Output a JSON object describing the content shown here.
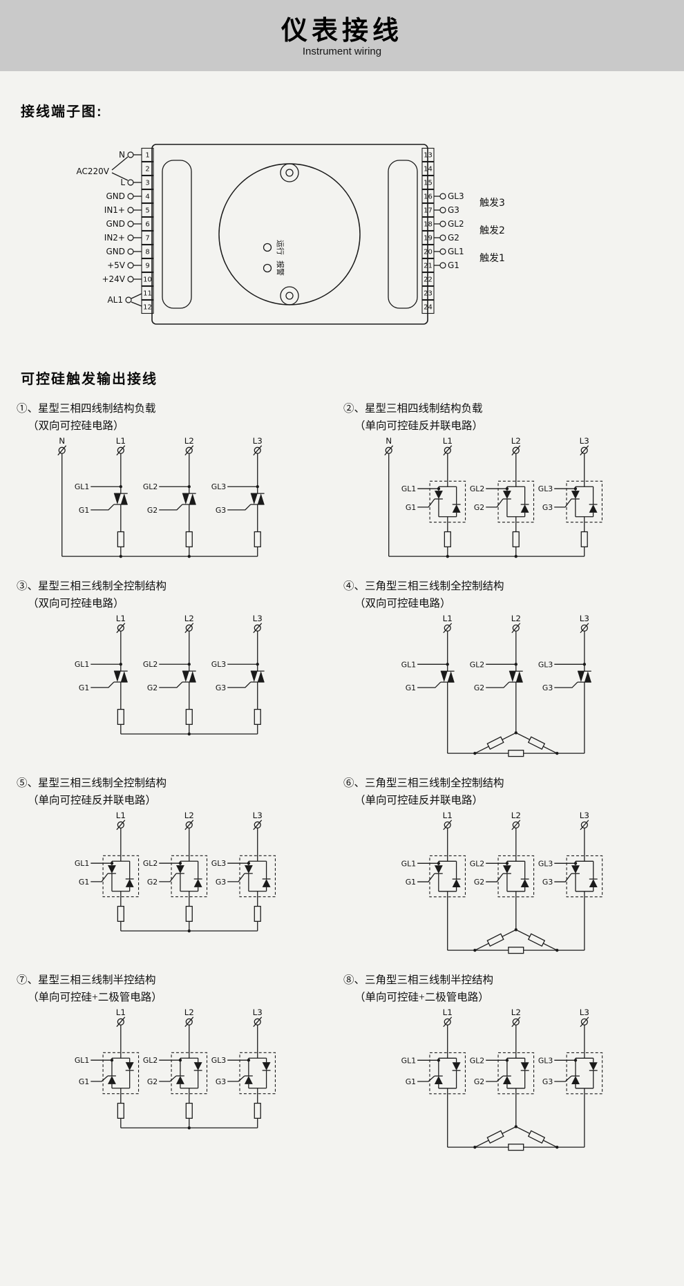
{
  "header": {
    "title": "仪表接线",
    "subtitle": "Instrument wiring"
  },
  "sections": {
    "terminal_title": "接线端子图:",
    "output_title": "可控硅触发输出接线"
  },
  "terminal_diagram": {
    "ac_label": "AC220V",
    "al1_label": "AL1",
    "left_numbers": [
      "1",
      "2",
      "3",
      "4",
      "5",
      "6",
      "7",
      "8",
      "9",
      "10",
      "11",
      "12"
    ],
    "right_numbers": [
      "13",
      "14",
      "15",
      "16",
      "17",
      "18",
      "19",
      "20",
      "21",
      "22",
      "23",
      "24"
    ],
    "left_terminals": [
      {
        "slot": 1,
        "label": "N"
      },
      {
        "slot": 3,
        "label": "L"
      },
      {
        "slot": 4,
        "label": "GND"
      },
      {
        "slot": 5,
        "label": "IN1+"
      },
      {
        "slot": 6,
        "label": "GND"
      },
      {
        "slot": 7,
        "label": "IN2+"
      },
      {
        "slot": 8,
        "label": "GND"
      },
      {
        "slot": 9,
        "label": "+5V"
      },
      {
        "slot": 10,
        "label": "+24V"
      }
    ],
    "al1_slots": [
      11,
      12
    ],
    "right_terminals": [
      {
        "slot": 16,
        "label": "GL3"
      },
      {
        "slot": 17,
        "label": "G3"
      },
      {
        "slot": 18,
        "label": "GL2"
      },
      {
        "slot": 19,
        "label": "G2"
      },
      {
        "slot": 20,
        "label": "GL1"
      },
      {
        "slot": 21,
        "label": "G1"
      }
    ],
    "trigger_labels": [
      "触发3",
      "触发2",
      "触发1"
    ],
    "indicators": [
      "运行",
      "报警"
    ]
  },
  "output_section": {
    "circuits": [
      {
        "number": "①、",
        "name": "星型三相四线制结构负载",
        "sub": "（双向可控硅电路）",
        "topology": "star4",
        "device": "triac",
        "phases": [
          "N",
          "L1",
          "L2",
          "L3"
        ],
        "gl": [
          "GL1",
          "GL2",
          "GL3"
        ],
        "g": [
          "G1",
          "G2",
          "G3"
        ]
      },
      {
        "number": "②、",
        "name": "星型三相四线制结构负载",
        "sub": "（单向可控硅反并联电路）",
        "topology": "star4",
        "device": "antiparallel",
        "phases": [
          "N",
          "L1",
          "L2",
          "L3"
        ],
        "gl": [
          "GL1",
          "GL2",
          "GL3"
        ],
        "g": [
          "G1",
          "G2",
          "G3"
        ]
      },
      {
        "number": "③、",
        "name": "星型三相三线制全控制结构",
        "sub": "（双向可控硅电路）",
        "topology": "star3",
        "device": "triac",
        "phases": [
          "L1",
          "L2",
          "L3"
        ],
        "gl": [
          "GL1",
          "GL2",
          "GL3"
        ],
        "g": [
          "G1",
          "G2",
          "G3"
        ]
      },
      {
        "number": "④、",
        "name": "三角型三相三线制全控制结构",
        "sub": "（双向可控硅电路）",
        "topology": "delta",
        "device": "triac",
        "phases": [
          "L1",
          "L2",
          "L3"
        ],
        "gl": [
          "GL1",
          "GL2",
          "GL3"
        ],
        "g": [
          "G1",
          "G2",
          "G3"
        ]
      },
      {
        "number": "⑤、",
        "name": "星型三相三线制全控制结构",
        "sub": "（单向可控硅反并联电路）",
        "topology": "star3",
        "device": "antiparallel",
        "phases": [
          "L1",
          "L2",
          "L3"
        ],
        "gl": [
          "GL1",
          "GL2",
          "GL3"
        ],
        "g": [
          "G1",
          "G2",
          "G3"
        ]
      },
      {
        "number": "⑥、",
        "name": "三角型三相三线制全控制结构",
        "sub": "（单向可控硅反并联电路）",
        "topology": "delta",
        "device": "antiparallel",
        "phases": [
          "L1",
          "L2",
          "L3"
        ],
        "gl": [
          "GL1",
          "GL2",
          "GL3"
        ],
        "g": [
          "G1",
          "G2",
          "G3"
        ]
      },
      {
        "number": "⑦、",
        "name": "星型三相三线制半控结构",
        "sub": "（单向可控硅+二极管电路）",
        "topology": "star3",
        "device": "scr-diode",
        "phases": [
          "L1",
          "L2",
          "L3"
        ],
        "gl": [
          "GL1",
          "GL2",
          "GL3"
        ],
        "g": [
          "G1",
          "G2",
          "G3"
        ]
      },
      {
        "number": "⑧、",
        "name": "三角型三相三线制半控结构",
        "sub": "（单向可控硅+二极管电路）",
        "topology": "delta",
        "device": "scr-diode",
        "phases": [
          "L1",
          "L2",
          "L3"
        ],
        "gl": [
          "GL1",
          "GL2",
          "GL3"
        ],
        "g": [
          "G1",
          "G2",
          "G3"
        ]
      }
    ]
  },
  "colors": {
    "line": "#1a1a1a",
    "header_bg": "#c9c9c9",
    "page_bg": "#f3f3f0"
  }
}
